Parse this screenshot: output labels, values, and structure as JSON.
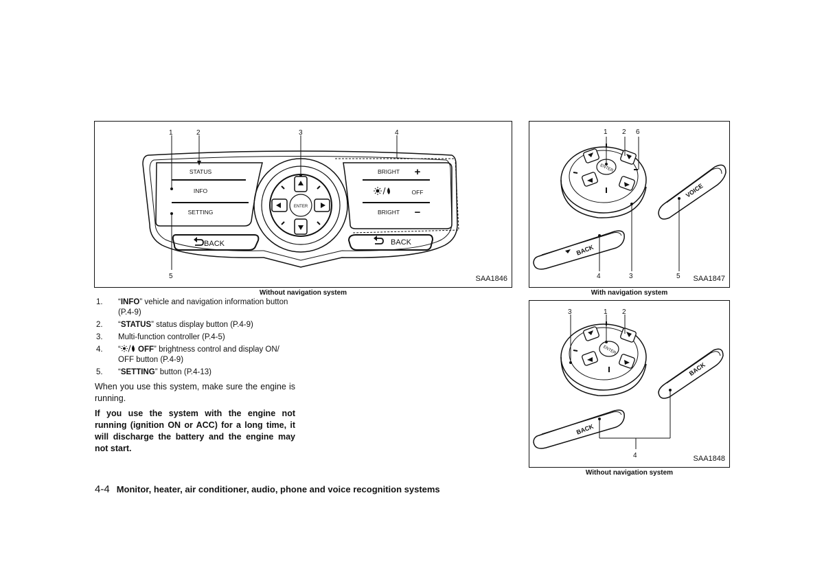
{
  "figures": {
    "fig1": {
      "code": "SAA1846",
      "caption": "Without navigation system",
      "callouts": [
        "1",
        "2",
        "3",
        "4",
        "5"
      ],
      "panel": {
        "status": "STATUS",
        "info": "INFO",
        "setting": "SETTING",
        "bright_top": "BRIGHT",
        "bright_bottom": "BRIGHT",
        "off": "OFF",
        "plus": "+",
        "minus": "−",
        "enter": "ENTER",
        "back_left": "BACK",
        "back_right": "BACK"
      }
    },
    "fig2": {
      "code": "SAA1847",
      "caption": "With navigation system",
      "callouts": [
        "1",
        "2",
        "6",
        "4",
        "3",
        "5"
      ],
      "enter": "ENTER",
      "voice": "VOICE",
      "back": "BACK"
    },
    "fig3": {
      "code": "SAA1848",
      "caption": "Without navigation system",
      "callouts": [
        "3",
        "1",
        "2",
        "4"
      ],
      "enter": "ENTER",
      "back_upper": "BACK",
      "back_lower": "BACK"
    }
  },
  "list": [
    {
      "num": "1.",
      "pre": "“",
      "bold": "INFO",
      "post": "” vehicle and navigation information button (P.4-9)"
    },
    {
      "num": "2.",
      "pre": "“",
      "bold": "STATUS",
      "post": "” status display button (P.4-9)"
    },
    {
      "num": "3.",
      "pre": "",
      "bold": "",
      "post": "Multi-function controller (P.4-5)"
    },
    {
      "num": "4.",
      "pre": "“",
      "bold": "OFF",
      "post": "” brightness control and display ON/ OFF button (P.4-9)"
    },
    {
      "num": "5.",
      "pre": "“",
      "bold": "SETTING",
      "post": "” button (P.4-13)"
    }
  ],
  "note": "When you use this system, make sure the engine is running.",
  "warning": "If you use the system with the engine not running (ignition ON or ACC) for a long time, it will discharge the battery and the engine may not start.",
  "footer": {
    "page": "4-4",
    "title": "Monitor, heater, air conditioner, audio, phone and voice recognition systems"
  }
}
